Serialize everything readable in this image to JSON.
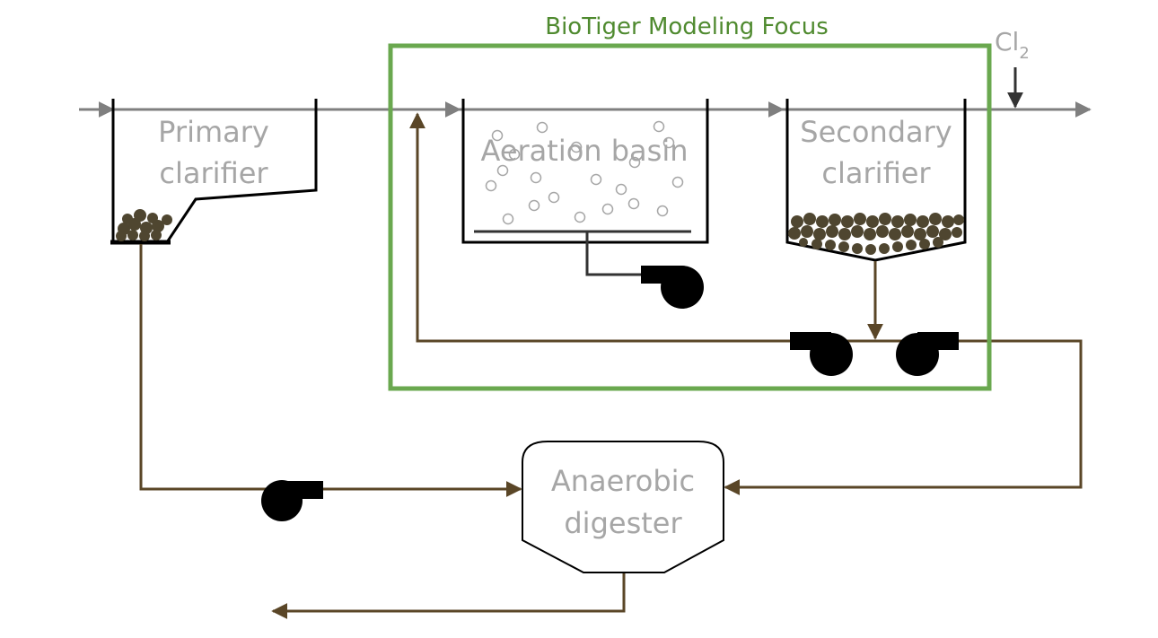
{
  "colors": {
    "main_flow": "#7f7f7f",
    "sludge_line": "#5a4627",
    "focus_box": "#6aa84f",
    "label_gray": "#a6a6a6",
    "tank_outline": "#000000",
    "pump": "#000000",
    "chlorine_arrow": "#333333",
    "bubble": "#a6a6a6",
    "sludge_fill": "#4f4630"
  },
  "focus": {
    "label": "BioTiger Modeling Focus"
  },
  "chlorine": {
    "symbol": "Cl",
    "subscript": "2"
  },
  "primary_clarifier": {
    "line1": "Primary",
    "line2": "clarifier"
  },
  "aeration_basin": {
    "label": "Aeration basin"
  },
  "secondary_clarifier": {
    "line1": "Secondary",
    "line2": "clarifier"
  },
  "digester": {
    "line1": "Anaerobic",
    "line2": "digester"
  },
  "icons": [
    "pump-icon",
    "arrow-icon",
    "bubble-icon",
    "sludge-icon"
  ]
}
